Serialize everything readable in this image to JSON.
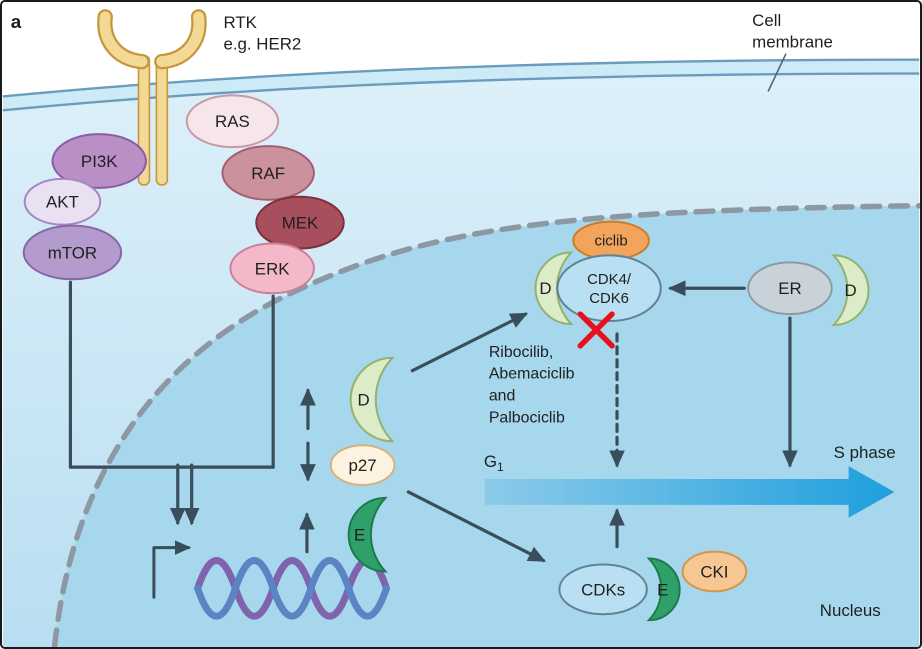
{
  "annotations": {
    "panel": "a",
    "rtk": {
      "line1": "RTK",
      "line2": "e.g. HER2"
    },
    "cell_membrane": {
      "line1": "Cell",
      "line2": "membrane"
    },
    "nucleus": "Nucleus",
    "g1": {
      "base": "G",
      "sub": "1"
    },
    "s_phase": "S phase",
    "inhibitors": {
      "line1": "Ribocilib,",
      "line2": "Abemaciclib",
      "line3": "and",
      "line4": "Palbociclib"
    }
  },
  "nodes": {
    "pi3k": "PI3K",
    "akt": "AKT",
    "mtor": "mTOR",
    "ras": "RAS",
    "raf": "RAF",
    "mek": "MEK",
    "erk": "ERK",
    "cyclin_d": "D",
    "p27": "p27",
    "cyclin_e": "E",
    "ciclib": "ciclib",
    "cdk46_line1": "CDK4/",
    "cdk46_line2": "CDK6",
    "cdk46_cyclin_d": "D",
    "er": "ER",
    "er_cyclin_d": "D",
    "cdks": "CDKs",
    "cdks_cyclin_e": "E",
    "cki": "CKI"
  },
  "colors": {
    "membrane_line": "#6b9cbe",
    "membrane_band": "#cdeaf7",
    "cytoplasm_top": "#ddf0f9",
    "cytoplasm_bottom": "#b9def1",
    "nucleus_fill": "#a6d7ec",
    "nucleus_border": "#8d98a2",
    "arrow_dark": "#3a4d5a",
    "receptor_fill": "#f4d896",
    "receptor_outline": "#c4983a",
    "pi3k": "#b98fc6",
    "akt": "#e9e0f2",
    "mtor": "#b49bcd",
    "ras": "#f6e6ea",
    "raf": "#cb929d",
    "mek": "#a84f5e",
    "erk": "#f3b9c8",
    "cyclin_d": "#dcebc8",
    "cyclin_e": "#2fa06a",
    "p27": "#fdf3e0",
    "ciclib": "#f2a45c",
    "cdk": "#b9e0f2",
    "er": "#c9d2d8",
    "cki": "#f6c693",
    "cycle_arrow_start": "#8ccbe9",
    "cycle_arrow_end": "#1f9fdd",
    "red_x": "#e8101c",
    "dna_purple": "#7f63ad",
    "dna_blue": "#5b84c4"
  }
}
